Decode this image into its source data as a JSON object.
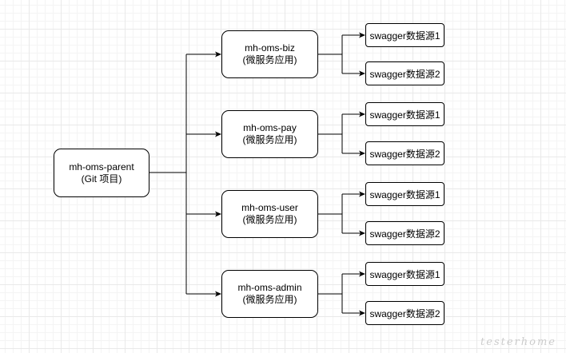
{
  "root": {
    "name": "mh-oms-parent",
    "subtitle": "(Git 项目)"
  },
  "services": [
    {
      "name": "mh-oms-biz",
      "subtitle": "(微服务应用)",
      "sources": [
        "swagger数据源1",
        "swagger数据源2"
      ]
    },
    {
      "name": "mh-oms-pay",
      "subtitle": "(微服务应用)",
      "sources": [
        "swagger数据源1",
        "swagger数据源2"
      ]
    },
    {
      "name": "mh-oms-user",
      "subtitle": "(微服务应用)",
      "sources": [
        "swagger数据源1",
        "swagger数据源2"
      ]
    },
    {
      "name": "mh-oms-admin",
      "subtitle": "(微服务应用)",
      "sources": [
        "swagger数据源1",
        "swagger数据源2"
      ]
    }
  ],
  "watermark": "testerhome"
}
